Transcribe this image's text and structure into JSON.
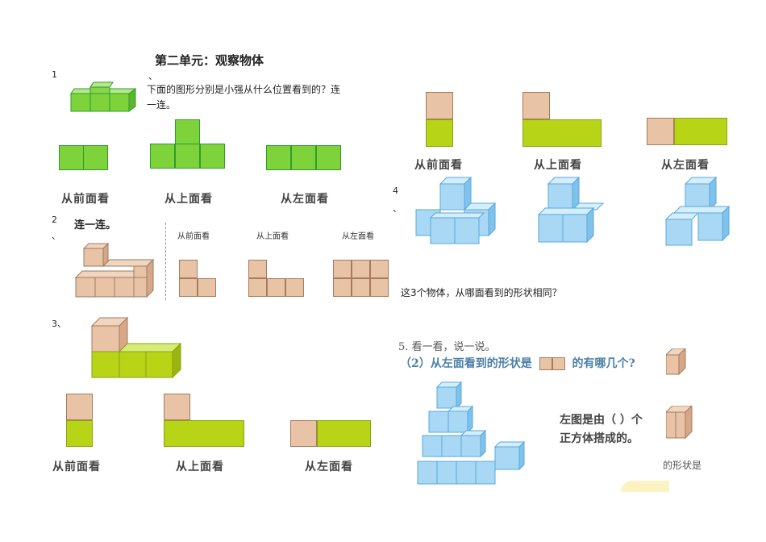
{
  "title": "第二单元：观察物体",
  "q1": {
    "num": "1",
    "mark": "、",
    "text_line1": "下面的图形分别是小强从什么位置看到的？连",
    "text_line2": "一连。",
    "labels": [
      "从前面看",
      "从上面看",
      "从左面看"
    ]
  },
  "q2": {
    "num": "2",
    "mark": "、",
    "heading": "连一连。",
    "labels": [
      "从前面看",
      "从上面看",
      "从左面看"
    ]
  },
  "q3": {
    "num": "3、",
    "labels": [
      "从前面看",
      "从上面看",
      "从左面看"
    ]
  },
  "right_top": {
    "labels": [
      "从前面看",
      "从上面看",
      "从左面看"
    ]
  },
  "q4": {
    "num": "4",
    "mark": "、",
    "question": "这3个物体，从哪面看到的形状相同？"
  },
  "q5": {
    "heading": "5.  看一看，说一说。",
    "sub_prefix": "（2）从左面看到的形状是",
    "sub_suffix": "的有哪几个?",
    "fill_line1": "左图是由（    ）个",
    "fill_line2": "正方体搭成的。",
    "partial_text": "的形状是"
  }
}
